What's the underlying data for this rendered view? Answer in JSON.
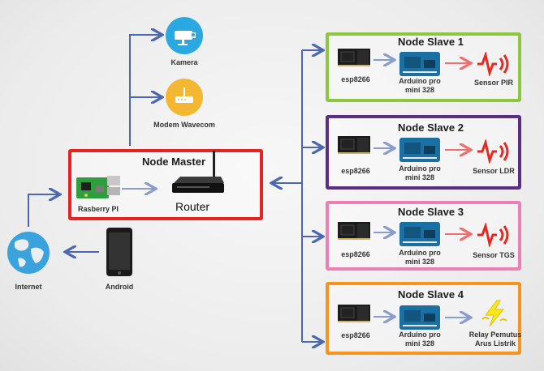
{
  "master": {
    "title": "Node Master",
    "raspberry": "Rasberry PI",
    "router": "Router",
    "border_color": "#e5231f"
  },
  "peripherals": {
    "camera": "Kamera",
    "modem": "Modem Wavecom",
    "internet": "Internet",
    "android": "Android"
  },
  "slaves": [
    {
      "title": "Node Slave 1",
      "esp": "esp8266",
      "arduino_line1": "Arduino pro",
      "arduino_line2": "mini 328",
      "sensor": "Sensor PIR",
      "sensor_line2": "",
      "color": "#8dc63f"
    },
    {
      "title": "Node Slave 2",
      "esp": "esp8266",
      "arduino_line1": "Arduino pro",
      "arduino_line2": "mini 328",
      "sensor": "Sensor LDR",
      "sensor_line2": "",
      "color": "#5b2d86"
    },
    {
      "title": "Node Slave 3",
      "esp": "esp8266",
      "arduino_line1": "Arduino pro",
      "arduino_line2": "mini 328",
      "sensor": "Sensor TGS",
      "sensor_line2": "",
      "color": "#ef7fb3"
    },
    {
      "title": "Node Slave 4",
      "esp": "esp8266",
      "arduino_line1": "Arduino pro",
      "arduino_line2": "mini 328",
      "sensor": "Relay Pemutus",
      "sensor_line2": "Arus Listrik",
      "color": "#f7941d"
    }
  ],
  "colors": {
    "arrow": "#4a67b0",
    "red_arrow": "#e5231f"
  },
  "icons": {
    "camera": "camera-icon",
    "modem": "modem-icon",
    "internet": "globe-icon",
    "android": "smartphone-icon",
    "raspberry": "raspberry-pi-icon",
    "router": "router-icon",
    "esp": "esp8266-module-icon",
    "arduino": "arduino-board-icon",
    "sensor": "pulse-sensor-icon",
    "relay": "lightning-relay-icon"
  }
}
